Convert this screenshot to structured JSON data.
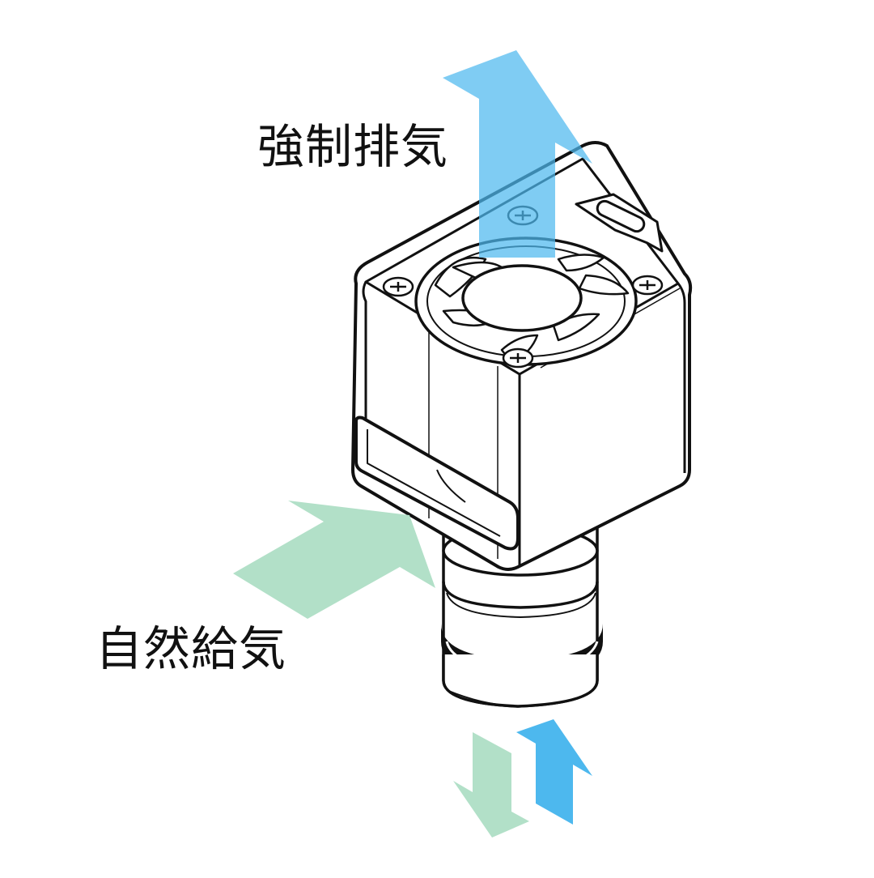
{
  "labels": {
    "forced_exhaust": "強制排気",
    "natural_intake": "自然給気"
  },
  "colors": {
    "exhaust_arrow": "#4db8ee",
    "intake_arrow": "#b2e0c8",
    "line": "#111111",
    "background": "#ffffff"
  },
  "icons": {
    "exhaust": "up-arrow",
    "intake": "diagonal-arrow",
    "bottom_flow": "up-down-arrows"
  }
}
